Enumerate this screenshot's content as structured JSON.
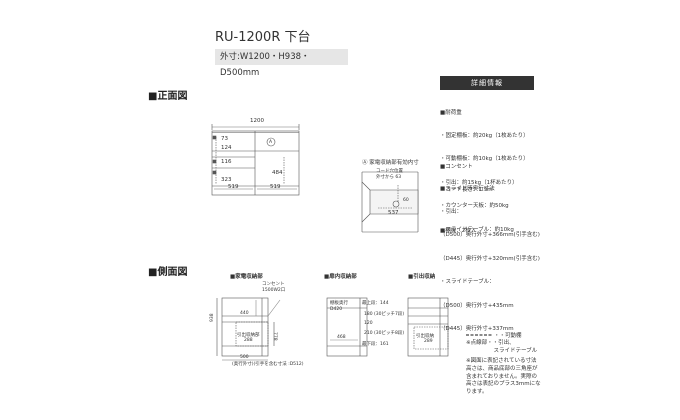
{
  "header": {
    "title": "RU-1200R 下台",
    "dimensions": "外寸:W1200・H938・D500mm"
  },
  "front_view": {
    "section_label": "■正面図",
    "width_label": "1200",
    "left_dims": [
      "73",
      "124",
      "116",
      "323"
    ],
    "right_dims": [
      "484"
    ],
    "bottom_left": "519",
    "bottom_right": "519",
    "marker": "A"
  },
  "detail_a": {
    "caption": "Ⓐ 家電収納部有効内寸",
    "outlet_label": "コード穴位置\n外寸から 63",
    "dim_a": "60",
    "dim_b": "537"
  },
  "specs": {
    "header": "詳細情報",
    "load_title": "■耐荷重",
    "load_lines": [
      "・固定棚板：約20kg（1枚あたり）",
      "・可動棚板：約10kg（1枚あたり）",
      "・引出：約15kg（1杯あたり）",
      "・カウンター天板：約50kg",
      "・スライドテーブル：約10kg"
    ],
    "outlet_title": "■コンセント",
    "outlet_lines": [
      "・コード長さ：1.9m"
    ],
    "slide_title": "■スライド時奥行寸法",
    "slide_lines": [
      "・引出：",
      "（D500）奥行外寸+366mm(引手含む)",
      "（D445）奥行外寸+320mm(引手含む)",
      "・スライドテーブル：",
      "（D500）奥行外寸+435mm",
      "（D445）奥行外寸+337mm"
    ],
    "shelf_title": "■棚板：2枚入"
  },
  "side_view": {
    "section_label": "■側面図",
    "appliance": {
      "label": "■家電収納部",
      "outlet_note": "コンセント\n1500W2口",
      "height": "938",
      "depth_inner": "440",
      "inner_height": "778",
      "slide_label": "引出収納部",
      "slide_value": "288",
      "bottom": "500",
      "footnote": "(奥行外寸)(引手を含む寸法 :D512)"
    },
    "cabinet": {
      "label": "■扉内収納部",
      "inner_label": "棚板奥行\nD420",
      "top_dim": "最上段：144",
      "mid_a": "180",
      "mid_a_note": "(30ピッチ7段)",
      "mid_b": "120",
      "mid_c": "210",
      "mid_c_note": "(30ピッチ8段)",
      "bottom_dim": "最下段：161",
      "inner_depth": "468"
    },
    "drawer": {
      "label": "■引出収納",
      "slide_label": "引出収納",
      "slide_value": "289"
    }
  },
  "legend": {
    "movable": "・・可動棚",
    "dotted": "※点線部・・引出、\n　　　　　スライドテーブル",
    "note": "※図面に表記されている寸法\n高さは、商品底部の三角座が\n含まれておりません。実際の\n高さは表記のプラス3mmにな\nります。"
  }
}
